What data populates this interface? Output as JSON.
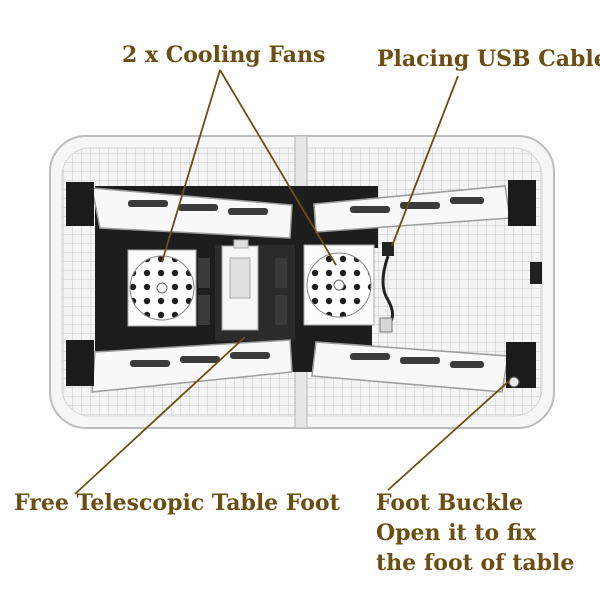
{
  "labels": {
    "cooling_fans": "2 x Cooling Fans",
    "usb_cable": "Placing USB Cable",
    "table_foot": "Free Telescopic Table Foot",
    "foot_buckle": [
      "Foot Buckle",
      "Open it to fix",
      "the foot of table"
    ]
  },
  "colors": {
    "label_text": "#6b4f12",
    "leader_line": "#6b4f12",
    "tray_white": "#f4f4f4",
    "frame_black": "#1d1d1d",
    "grid_gray": "#c9c9c9"
  },
  "icons": [
    "fan-icon",
    "usb-cable-icon",
    "table-leg-icon",
    "foot-buckle-icon"
  ]
}
